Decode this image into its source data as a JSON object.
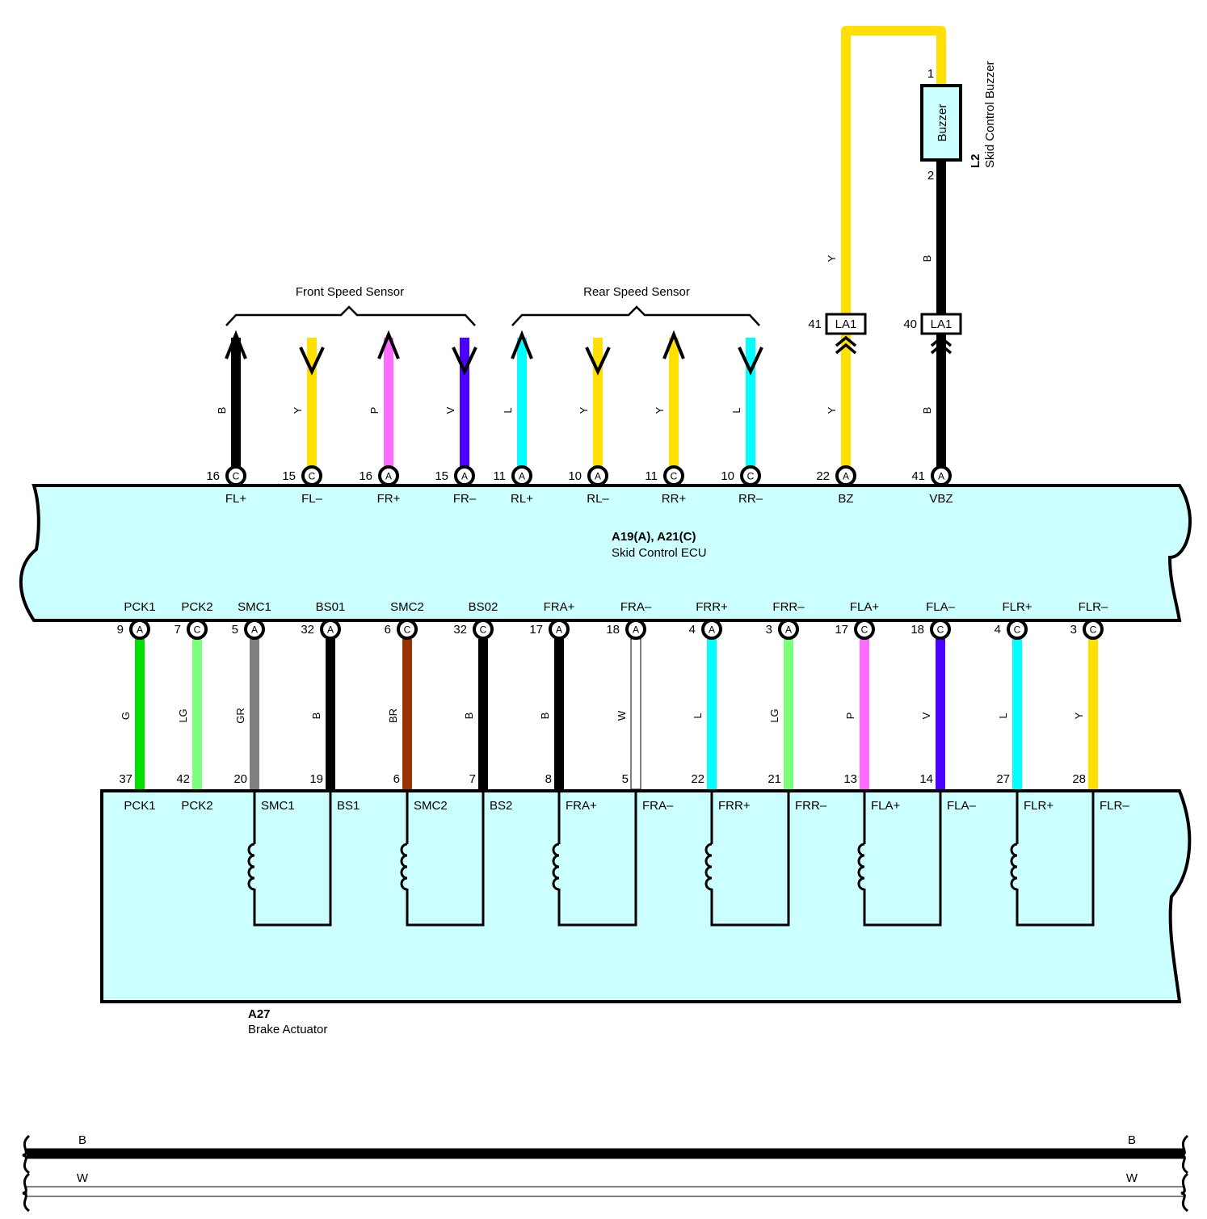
{
  "colors": {
    "B": "#000000",
    "Y": "#ffe000",
    "P": "#ff6cff",
    "V": "#4c00ff",
    "L": "#00ffff",
    "G": "#00e000",
    "LG": "#7cff7c",
    "GR": "#808080",
    "BR": "#993300",
    "W": "#ffffff",
    "body_fill": "#ccffff"
  },
  "ecu": {
    "id": "A19(A), A21(C)",
    "name": "Skid Control ECU"
  },
  "actuator": {
    "id": "A27",
    "name": "Brake Actuator"
  },
  "buzzer": {
    "id": "L2",
    "name": "Skid Control Buzzer",
    "label": "Buzzer",
    "pin_top": "1",
    "pin_bottom": "2"
  },
  "groups": {
    "front": "Front Speed Sensor",
    "rear": "Rear Speed Sensor"
  },
  "top_wires": [
    {
      "pin": "16",
      "conn": "C",
      "term": "FL+",
      "color": "B",
      "arrow": "up"
    },
    {
      "pin": "15",
      "conn": "C",
      "term": "FL–",
      "color": "Y",
      "arrow": "down"
    },
    {
      "pin": "16",
      "conn": "A",
      "term": "FR+",
      "color": "P",
      "arrow": "up"
    },
    {
      "pin": "15",
      "conn": "A",
      "term": "FR–",
      "color": "V",
      "arrow": "down"
    },
    {
      "pin": "11",
      "conn": "A",
      "term": "RL+",
      "color": "L",
      "arrow": "up"
    },
    {
      "pin": "10",
      "conn": "A",
      "term": "RL–",
      "color": "Y",
      "arrow": "down"
    },
    {
      "pin": "11",
      "conn": "C",
      "term": "RR+",
      "color": "Y",
      "arrow": "up"
    },
    {
      "pin": "10",
      "conn": "C",
      "term": "RR–",
      "color": "L",
      "arrow": "down"
    }
  ],
  "buzzer_wires": [
    {
      "pin": "22",
      "conn": "A",
      "term": "BZ",
      "color": "Y",
      "la_pin": "41",
      "la_label": "LA1",
      "upper_color": "Y"
    },
    {
      "pin": "41",
      "conn": "A",
      "term": "VBZ",
      "color": "B",
      "la_pin": "40",
      "la_label": "LA1",
      "upper_color": "B"
    }
  ],
  "bottom_wires": [
    {
      "ecu_term": "PCK1",
      "pin": "9",
      "conn": "A",
      "color": "G",
      "act_pin": "37",
      "act_term": "PCK1"
    },
    {
      "ecu_term": "PCK2",
      "pin": "7",
      "conn": "C",
      "color": "LG",
      "act_pin": "42",
      "act_term": "PCK2"
    },
    {
      "ecu_term": "SMC1",
      "pin": "5",
      "conn": "A",
      "color": "GR",
      "act_pin": "20",
      "act_term": "SMC1"
    },
    {
      "ecu_term": "BS01",
      "pin": "32",
      "conn": "A",
      "color": "B",
      "act_pin": "19",
      "act_term": "BS1"
    },
    {
      "ecu_term": "SMC2",
      "pin": "6",
      "conn": "C",
      "color": "BR",
      "act_pin": "6",
      "act_term": "SMC2"
    },
    {
      "ecu_term": "BS02",
      "pin": "32",
      "conn": "C",
      "color": "B",
      "act_pin": "7",
      "act_term": "BS2"
    },
    {
      "ecu_term": "FRA+",
      "pin": "17",
      "conn": "A",
      "color": "B",
      "act_pin": "8",
      "act_term": "FRA+"
    },
    {
      "ecu_term": "FRA–",
      "pin": "18",
      "conn": "A",
      "color": "W",
      "act_pin": "5",
      "act_term": "FRA–"
    },
    {
      "ecu_term": "FRR+",
      "pin": "4",
      "conn": "A",
      "color": "L",
      "act_pin": "22",
      "act_term": "FRR+"
    },
    {
      "ecu_term": "FRR–",
      "pin": "3",
      "conn": "A",
      "color": "LG",
      "act_pin": "21",
      "act_term": "FRR–"
    },
    {
      "ecu_term": "FLA+",
      "pin": "17",
      "conn": "C",
      "color": "P",
      "act_pin": "13",
      "act_term": "FLA+"
    },
    {
      "ecu_term": "FLA–",
      "pin": "18",
      "conn": "C",
      "color": "V",
      "act_pin": "14",
      "act_term": "FLA–"
    },
    {
      "ecu_term": "FLR+",
      "pin": "4",
      "conn": "C",
      "color": "L",
      "act_pin": "27",
      "act_term": "FLR+"
    },
    {
      "ecu_term": "FLR–",
      "pin": "3",
      "conn": "C",
      "color": "Y",
      "act_pin": "28",
      "act_term": "FLR–"
    }
  ],
  "bus": [
    {
      "label": "B",
      "color": "B"
    },
    {
      "label": "W",
      "color": "W"
    }
  ]
}
